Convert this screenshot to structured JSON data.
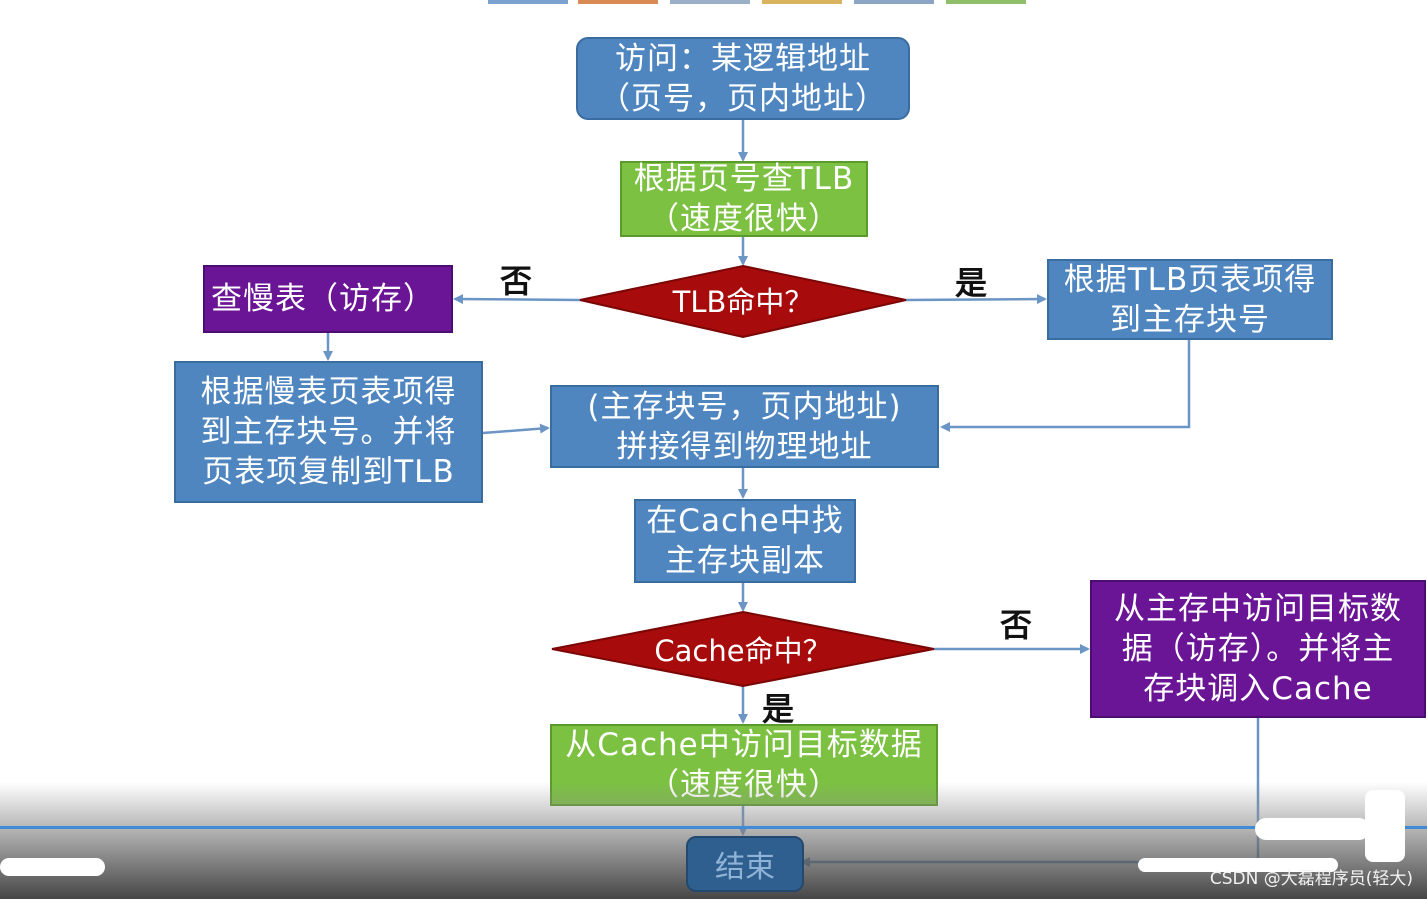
{
  "nodes": {
    "access": "访问：某逻辑地址\n（页号，页内地址）",
    "lookup_tlb": "根据页号查TLB\n（速度很快）",
    "tlb_hit": "TLB命中？",
    "slow_table": "查慢表（访存）",
    "tlb_frame": "根据TLB页表项得\n到主存块号",
    "slow_frame": "根据慢表页表项得\n到主存块号。并将\n页表项复制到TLB",
    "physical_addr": "(主存块号，页内地址)\n拼接得到物理地址",
    "cache_search": "在Cache中找\n主存块副本",
    "cache_hit": "Cache命中？",
    "memory_access": "从主存中访问目标数\n据（访存）。并将主\n存块调入Cache",
    "cache_access": "从Cache中访问目标数据\n（速度很快）",
    "end": "结束"
  },
  "edge_labels": {
    "tlb_no": "否",
    "tlb_yes": "是",
    "cache_no": "否",
    "cache_yes": "是"
  },
  "watermark": "CSDN @大磊程序员(轻大)",
  "colors": {
    "process_blue": "#4f86c0",
    "fast_green": "#7cc142",
    "memory_purple": "#6a1496",
    "decision_red": "#a80b0b",
    "arrow": "#6b95c4"
  }
}
